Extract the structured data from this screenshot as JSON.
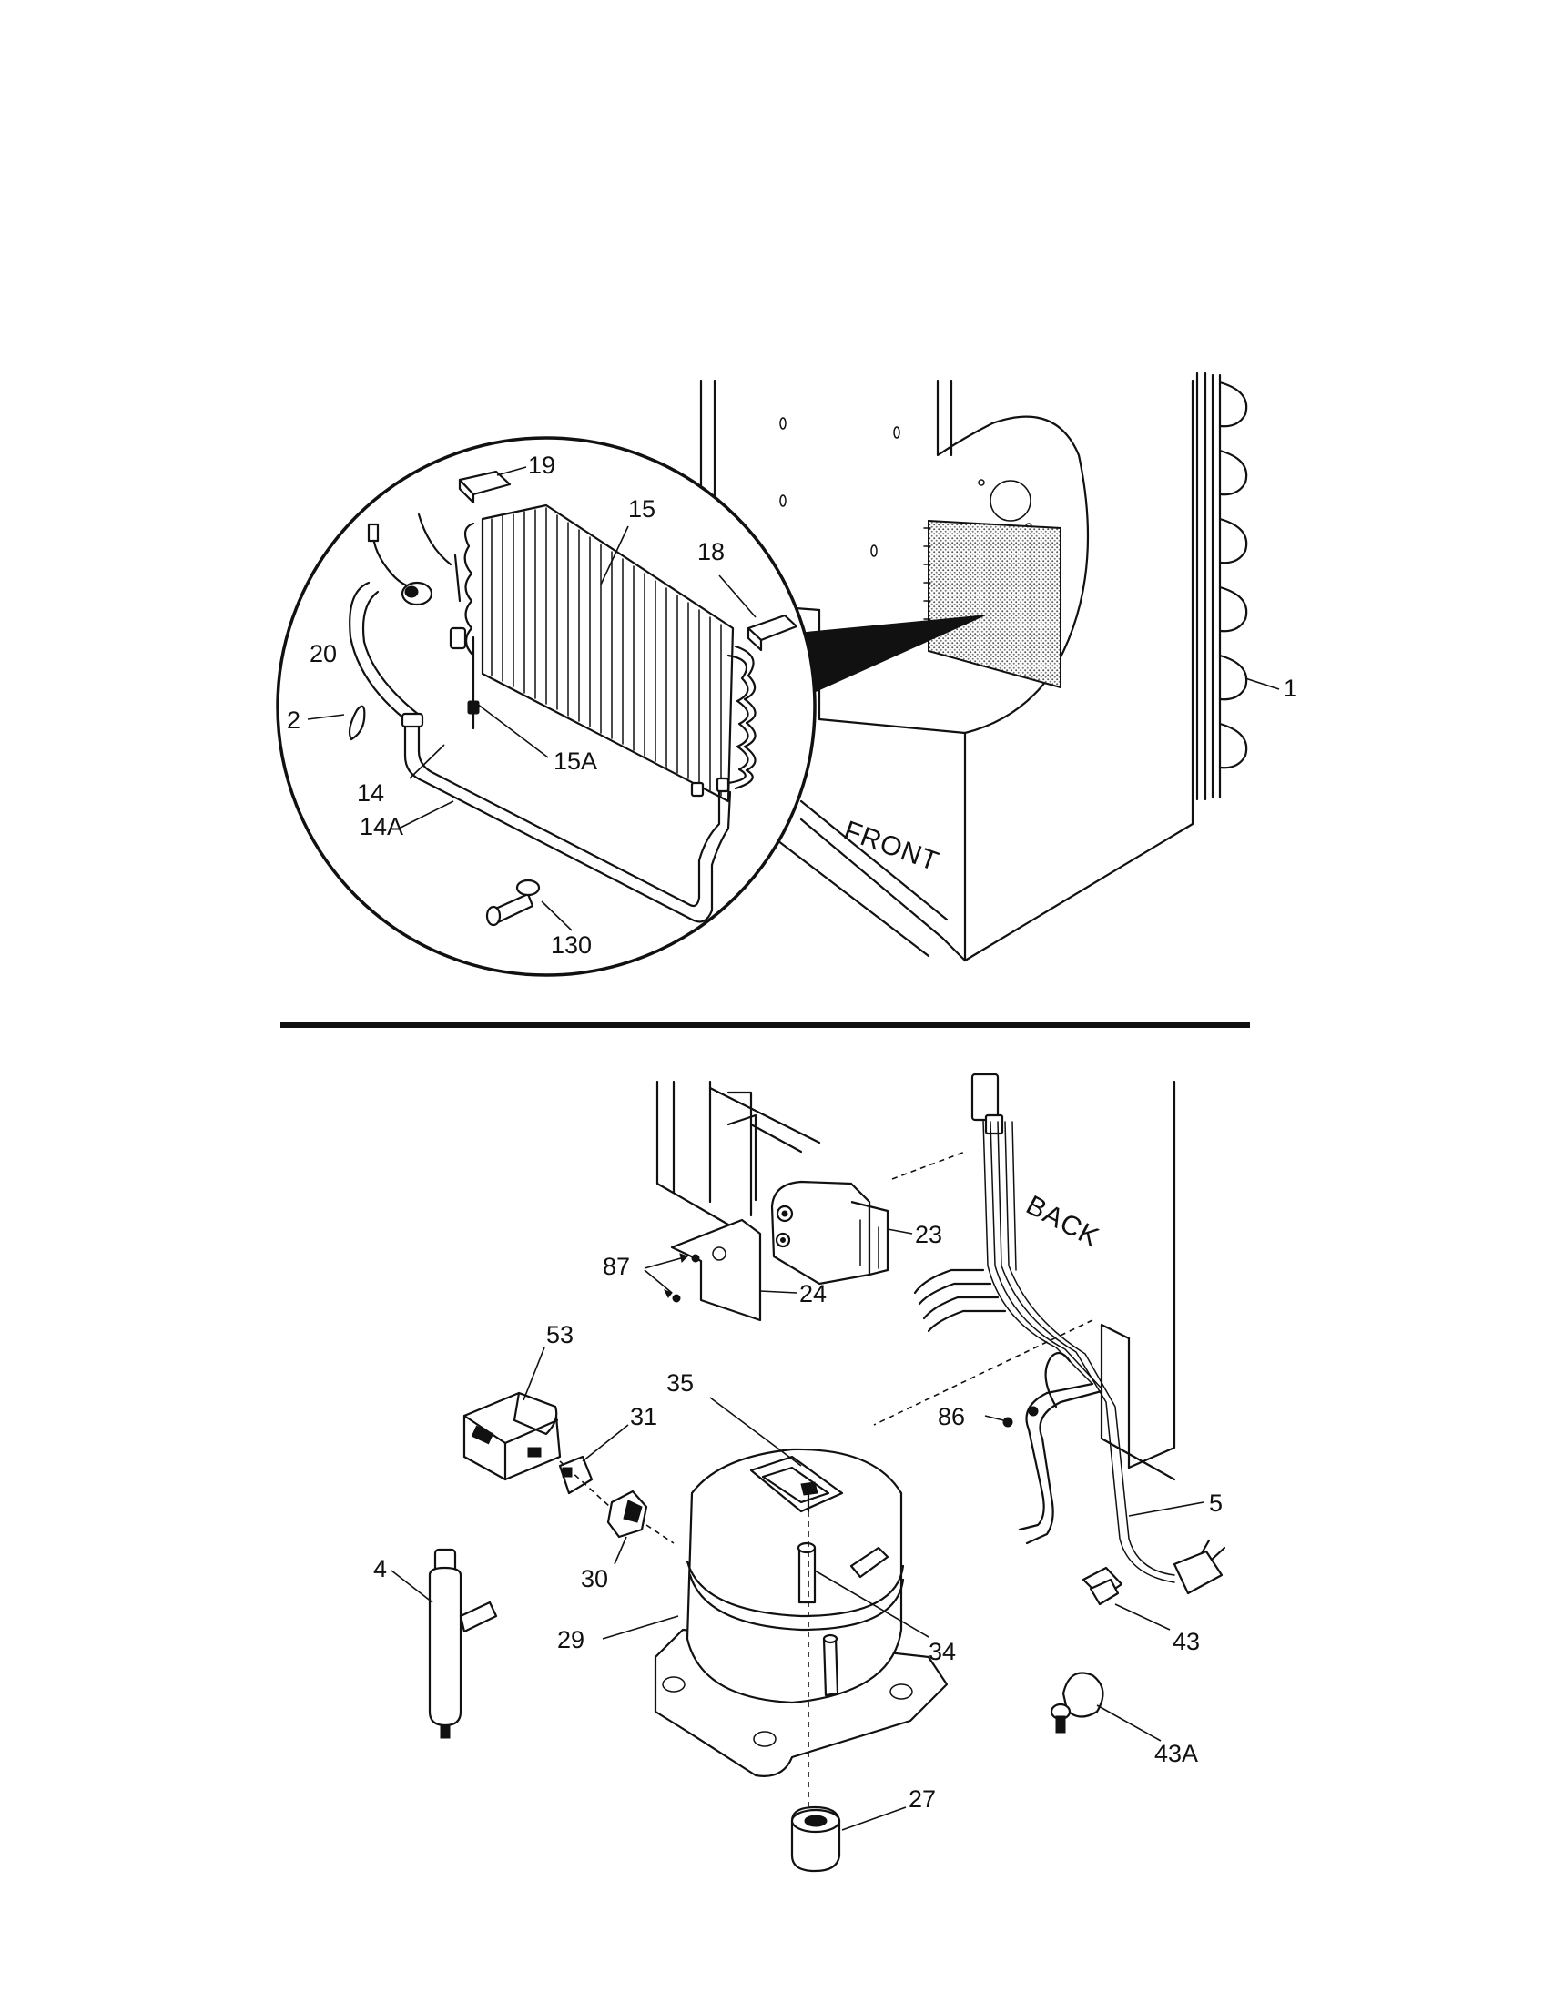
{
  "callouts": {
    "c1": "1",
    "c2": "2",
    "c14": "14",
    "c14a": "14A",
    "c15": "15",
    "c15a": "15A",
    "c18": "18",
    "c19": "19",
    "c20": "20",
    "c130": "130",
    "c4": "4",
    "c5": "5",
    "c23": "23",
    "c24": "24",
    "c27": "27",
    "c29": "29",
    "c30": "30",
    "c31": "31",
    "c34": "34",
    "c35": "35",
    "c43": "43",
    "c43a": "43A",
    "c53": "53",
    "c86": "86",
    "c87": "87"
  },
  "orientation": {
    "front": "FRONT",
    "back": "BACK"
  }
}
